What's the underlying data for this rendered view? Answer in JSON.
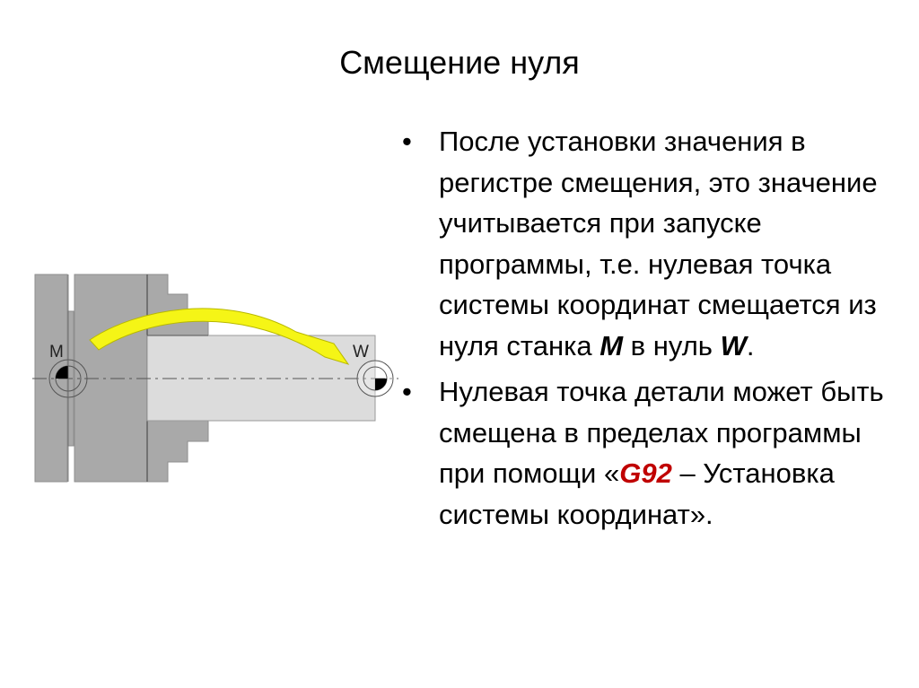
{
  "slide": {
    "title": "Смещение нуля",
    "colors": {
      "background": "#ffffff",
      "text": "#000000",
      "accent_code": "#c00000",
      "arrow_fill": "#f5f516",
      "arrow_stroke": "#b8b800",
      "chuck_dark": "#a9a9a9",
      "chuck_outline": "#8a8a8a",
      "workpiece": "#dcdcdc",
      "marker": "#000000"
    }
  },
  "diagram": {
    "label_machine_zero": "M",
    "label_work_zero": "W",
    "icons": {
      "machine_zero": "machine-zero-symbol",
      "work_zero": "work-zero-symbol",
      "shift_arrow": "curved-arrow"
    }
  },
  "bullets": [
    {
      "marker": "•",
      "parts": [
        {
          "text": "После установки значения в регистре смещения, это значение учитывается при запуске программы, т.е. нулевая точка системы координат смещается из нуля станка ",
          "style": "normal"
        },
        {
          "text": "M",
          "style": "bold-italic"
        },
        {
          "text": " в нуль ",
          "style": "normal"
        },
        {
          "text": "W",
          "style": "bold-italic"
        },
        {
          "text": ".",
          "style": "normal"
        }
      ]
    },
    {
      "marker": "•",
      "parts": [
        {
          "text": "Нулевая точка детали может быть смещена в пределах программы при помощи «",
          "style": "normal"
        },
        {
          "text": "G92",
          "style": "bold-italic-red"
        },
        {
          "text": " – Установка системы координат».",
          "style": "normal"
        }
      ]
    }
  ]
}
